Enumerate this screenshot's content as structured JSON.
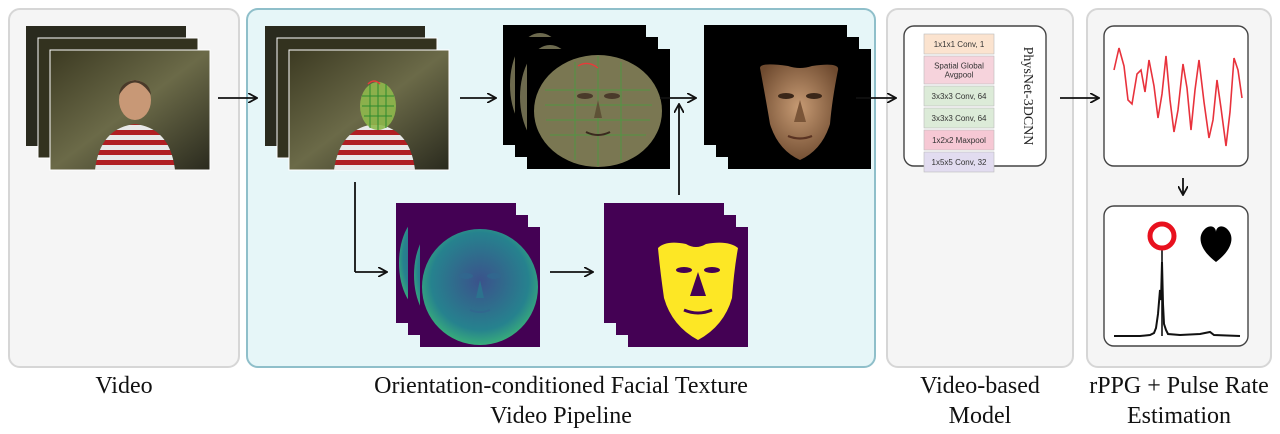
{
  "captions": {
    "video": "Video",
    "pipeline_line1": "Orientation-conditioned Facial Texture",
    "pipeline_line2": "Video Pipeline",
    "model_line1": "Video-based",
    "model_line2": "Model",
    "rppg_line1": "rPPG + Pulse Rate",
    "rppg_line2": "Estimation"
  },
  "model": {
    "name": "PhysNet-3DCNN",
    "layers": [
      {
        "label": "1x1x1 Conv, 1",
        "color": "#fbe3cf"
      },
      {
        "label": "Spatial Global Avgpool",
        "color": "#f6d3dc"
      },
      {
        "label": "3x3x3 Conv, 64",
        "color": "#dcebd8"
      },
      {
        "label": "3x3x3 Conv, 64",
        "color": "#dcebd8"
      },
      {
        "label": "1x2x2 Maxpool",
        "color": "#f6c8d4"
      },
      {
        "label": "1x5x5 Conv, 32",
        "color": "#e2dcf0"
      }
    ]
  },
  "colors": {
    "panel_border": "#d6d6d6",
    "pipeline_fill": "#e6f6f8",
    "pipeline_border": "#8fbfca",
    "signal_red": "#e8323c",
    "uv_purple": "#440154",
    "mask_yellow": "#fde725"
  },
  "icons": [
    "heart-icon",
    "peak-marker-circle"
  ]
}
